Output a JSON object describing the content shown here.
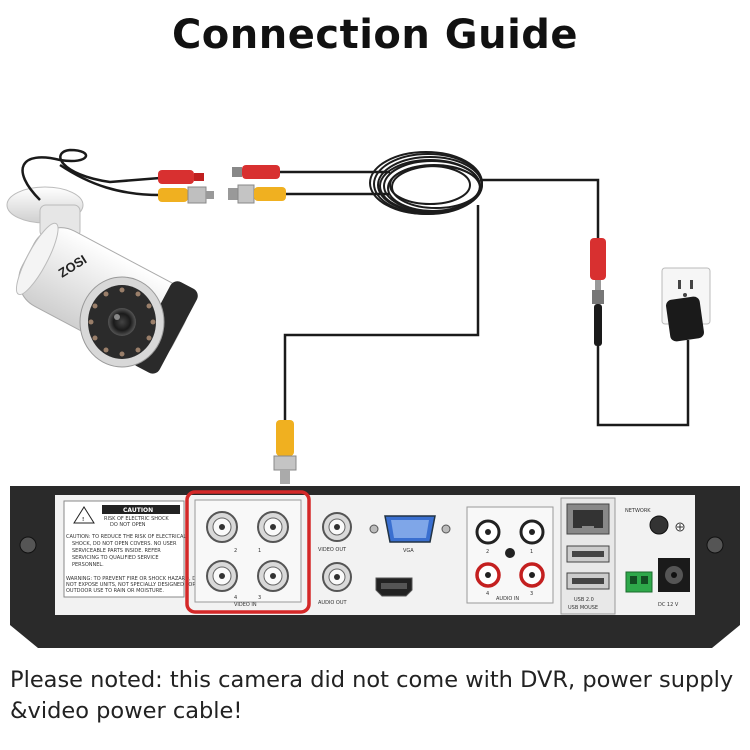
{
  "title": "Connection Guide",
  "camera_brand": "ZOSI",
  "dvr": {
    "caution_heading": "CAUTION",
    "caution_text": [
      "RISK OF ELECTRIC SHOCK",
      "DO NOT OPEN"
    ],
    "warning_text": [
      "CAUTION: TO REDUCE THE RISK OF ELECTRICAL",
      "SHOCK, DO NOT OPEN COVERS. NO USER",
      "SERVICEABLE PARTS INSIDE. REFER",
      "SERVICING TO QUALIFIED SERVICE",
      "PERSONNEL."
    ],
    "warning_text_2": [
      "WARNING: TO PREVENT FIRE OR SHOCK HAZARD, DO",
      "NOT EXPOSE UNITS, NOT SPECIALLY DESIGNED FOR",
      "OUTDOOR USE TO RAIN OR MOISTURE."
    ],
    "video_in_label": "VIDEO IN",
    "video_ports": [
      "2",
      "1",
      "4",
      "3"
    ],
    "video_out_label": "VIDEO OUT",
    "audio_out_label": "AUDIO OUT",
    "vga_label": "VGA",
    "audio_in_label": "AUDIO IN",
    "audio_ports": [
      "2",
      "1",
      "4",
      "3"
    ],
    "network_label": "NETWORK",
    "usb_label": "USB 2.0",
    "usb_sublabel": "USB MOUSE",
    "power_label": "DC 12 V"
  },
  "note": "Please noted: this camera did not come with DVR, power supply &video power cable!",
  "colors": {
    "highlight": "#d42828",
    "bnc_yellow": "#f0a020",
    "power_red": "#d83030",
    "dvr_body": "#2a2a2a",
    "dvr_panel": "#f2f2f2"
  }
}
